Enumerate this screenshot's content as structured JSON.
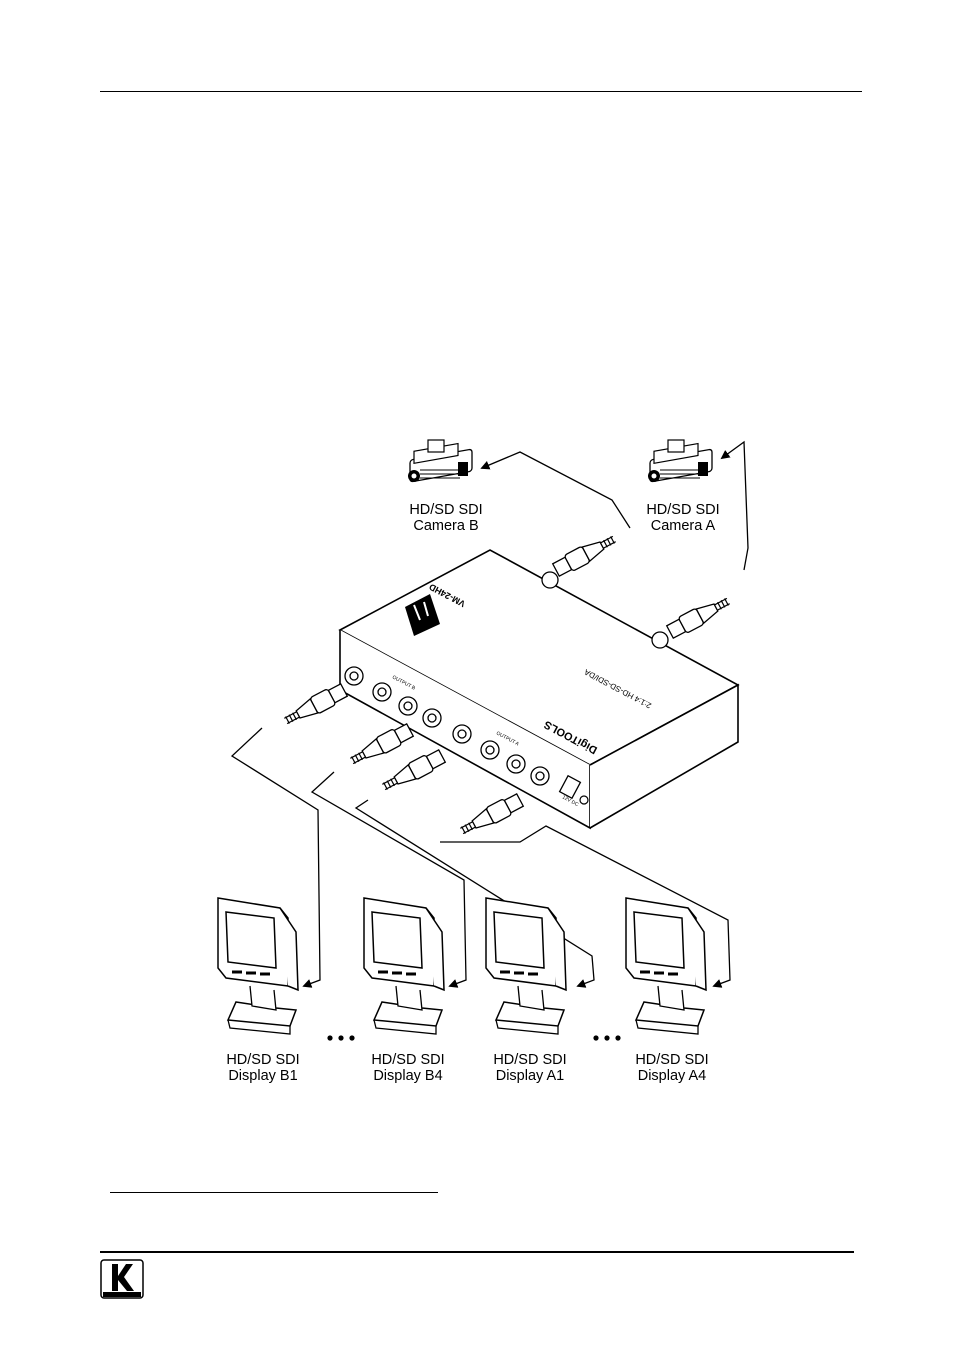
{
  "cameras": [
    {
      "line1": "HD/SD SDI",
      "line2": "Camera B"
    },
    {
      "line1": "HD/SD SDI",
      "line2": "Camera A"
    }
  ],
  "displays": [
    {
      "line1": "HD/SD SDI",
      "line2": "Display B1"
    },
    {
      "line1": "HD/SD SDI",
      "line2": "Display B4"
    },
    {
      "line1": "HD/SD SDI",
      "line2": "Display A1"
    },
    {
      "line1": "HD/SD SDI",
      "line2": "Display A4"
    }
  ],
  "device": {
    "model": "VM-24HD",
    "brand": "DigiTOOLS",
    "description": "2:1:4 HD-SD-SDI/DA",
    "output_b": "OUTPUT B",
    "output_a": "OUTPUT A",
    "power": "12V DC"
  },
  "footer": {
    "logo_text": "KRAMER"
  }
}
